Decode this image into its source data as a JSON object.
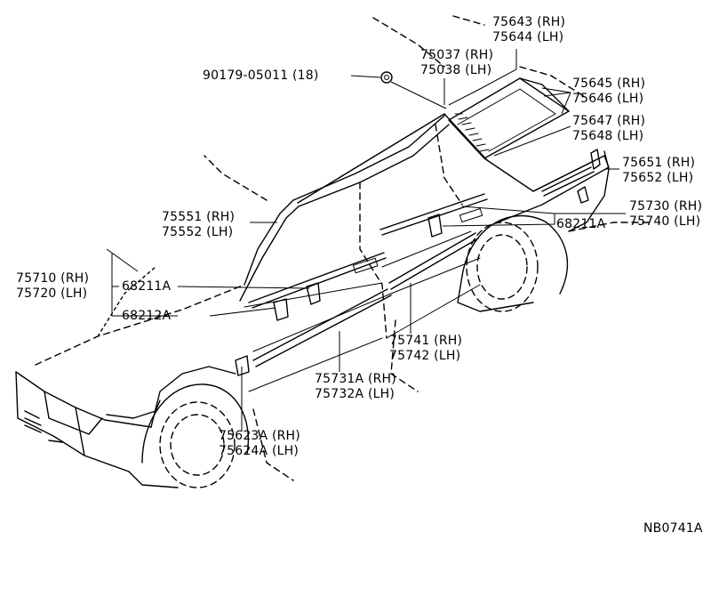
{
  "diagram_code": "NB0741A",
  "parts": {
    "p75643": {
      "rh": "75643 (RH)",
      "lh": "75644 (LH)"
    },
    "p75037": {
      "rh": "75037 (RH)",
      "lh": "75038 (LH)"
    },
    "p90179": {
      "label": "90179-05011 (18)"
    },
    "p75645": {
      "rh": "75645 (RH)",
      "lh": "75646 (LH)"
    },
    "p75647": {
      "rh": "75647 (RH)",
      "lh": "75648 (LH)"
    },
    "p75651": {
      "rh": "75651 (RH)",
      "lh": "75652 (LH)"
    },
    "p75551": {
      "rh": "75551 (RH)",
      "lh": "75552 (LH)"
    },
    "p75730": {
      "rh": "75730 (RH)",
      "lh": "75740 (LH)"
    },
    "p68211_right": {
      "label": "68211A"
    },
    "p75710": {
      "rh": "75710 (RH)",
      "lh": "75720 (LH)"
    },
    "p68211_left": {
      "label": "68211A"
    },
    "p68212": {
      "label": "68212A"
    },
    "p75741": {
      "rh": "75741 (RH)",
      "lh": "75742 (LH)"
    },
    "p75731": {
      "rh": "75731A (RH)",
      "lh": "75732A (LH)"
    },
    "p75623": {
      "rh": "75623A (RH)",
      "lh": "75624A (LH)"
    }
  }
}
